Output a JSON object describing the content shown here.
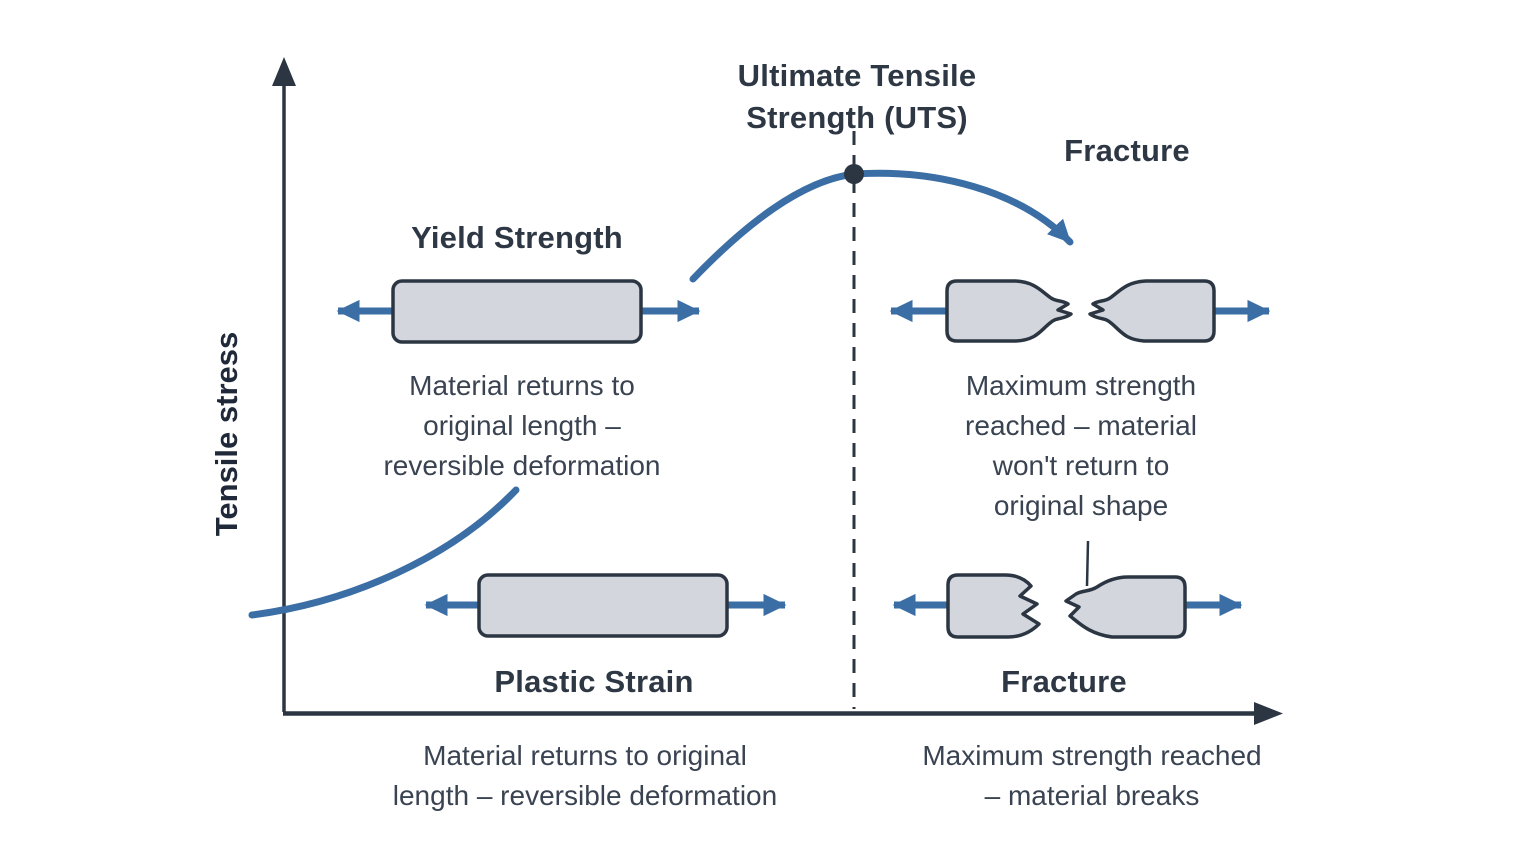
{
  "colors": {
    "ink": "#2b3642",
    "title_text": "#2e3744",
    "caption_text": "#3a4351",
    "accent_blue": "#3a6ea5",
    "specimen_fill": "#d3d6dd",
    "background": "#ffffff"
  },
  "diagram": {
    "y_axis_label": "Tensile stress",
    "uts_title": {
      "line1": "Ultimate Tensile",
      "line2": "Strength (UTS)"
    },
    "fracture_top_label": "Fracture",
    "yield_label": "Yield Strength",
    "plastic_label": "Plastic Strain",
    "fracture_bottom_label": "Fracture",
    "caption_yield": {
      "line1": "Material returns to",
      "line2": "original length –",
      "line3": "reversible deformation"
    },
    "caption_uts": {
      "line1": "Maximum strength",
      "line2": "reached – material",
      "line3": "won't return to",
      "line4": "original shape"
    },
    "caption_axis_left": {
      "line1": "Material returns to original",
      "line2": "length – reversible deformation"
    },
    "caption_axis_right": {
      "line1": "Maximum strength reached",
      "line2": "– material breaks"
    }
  }
}
